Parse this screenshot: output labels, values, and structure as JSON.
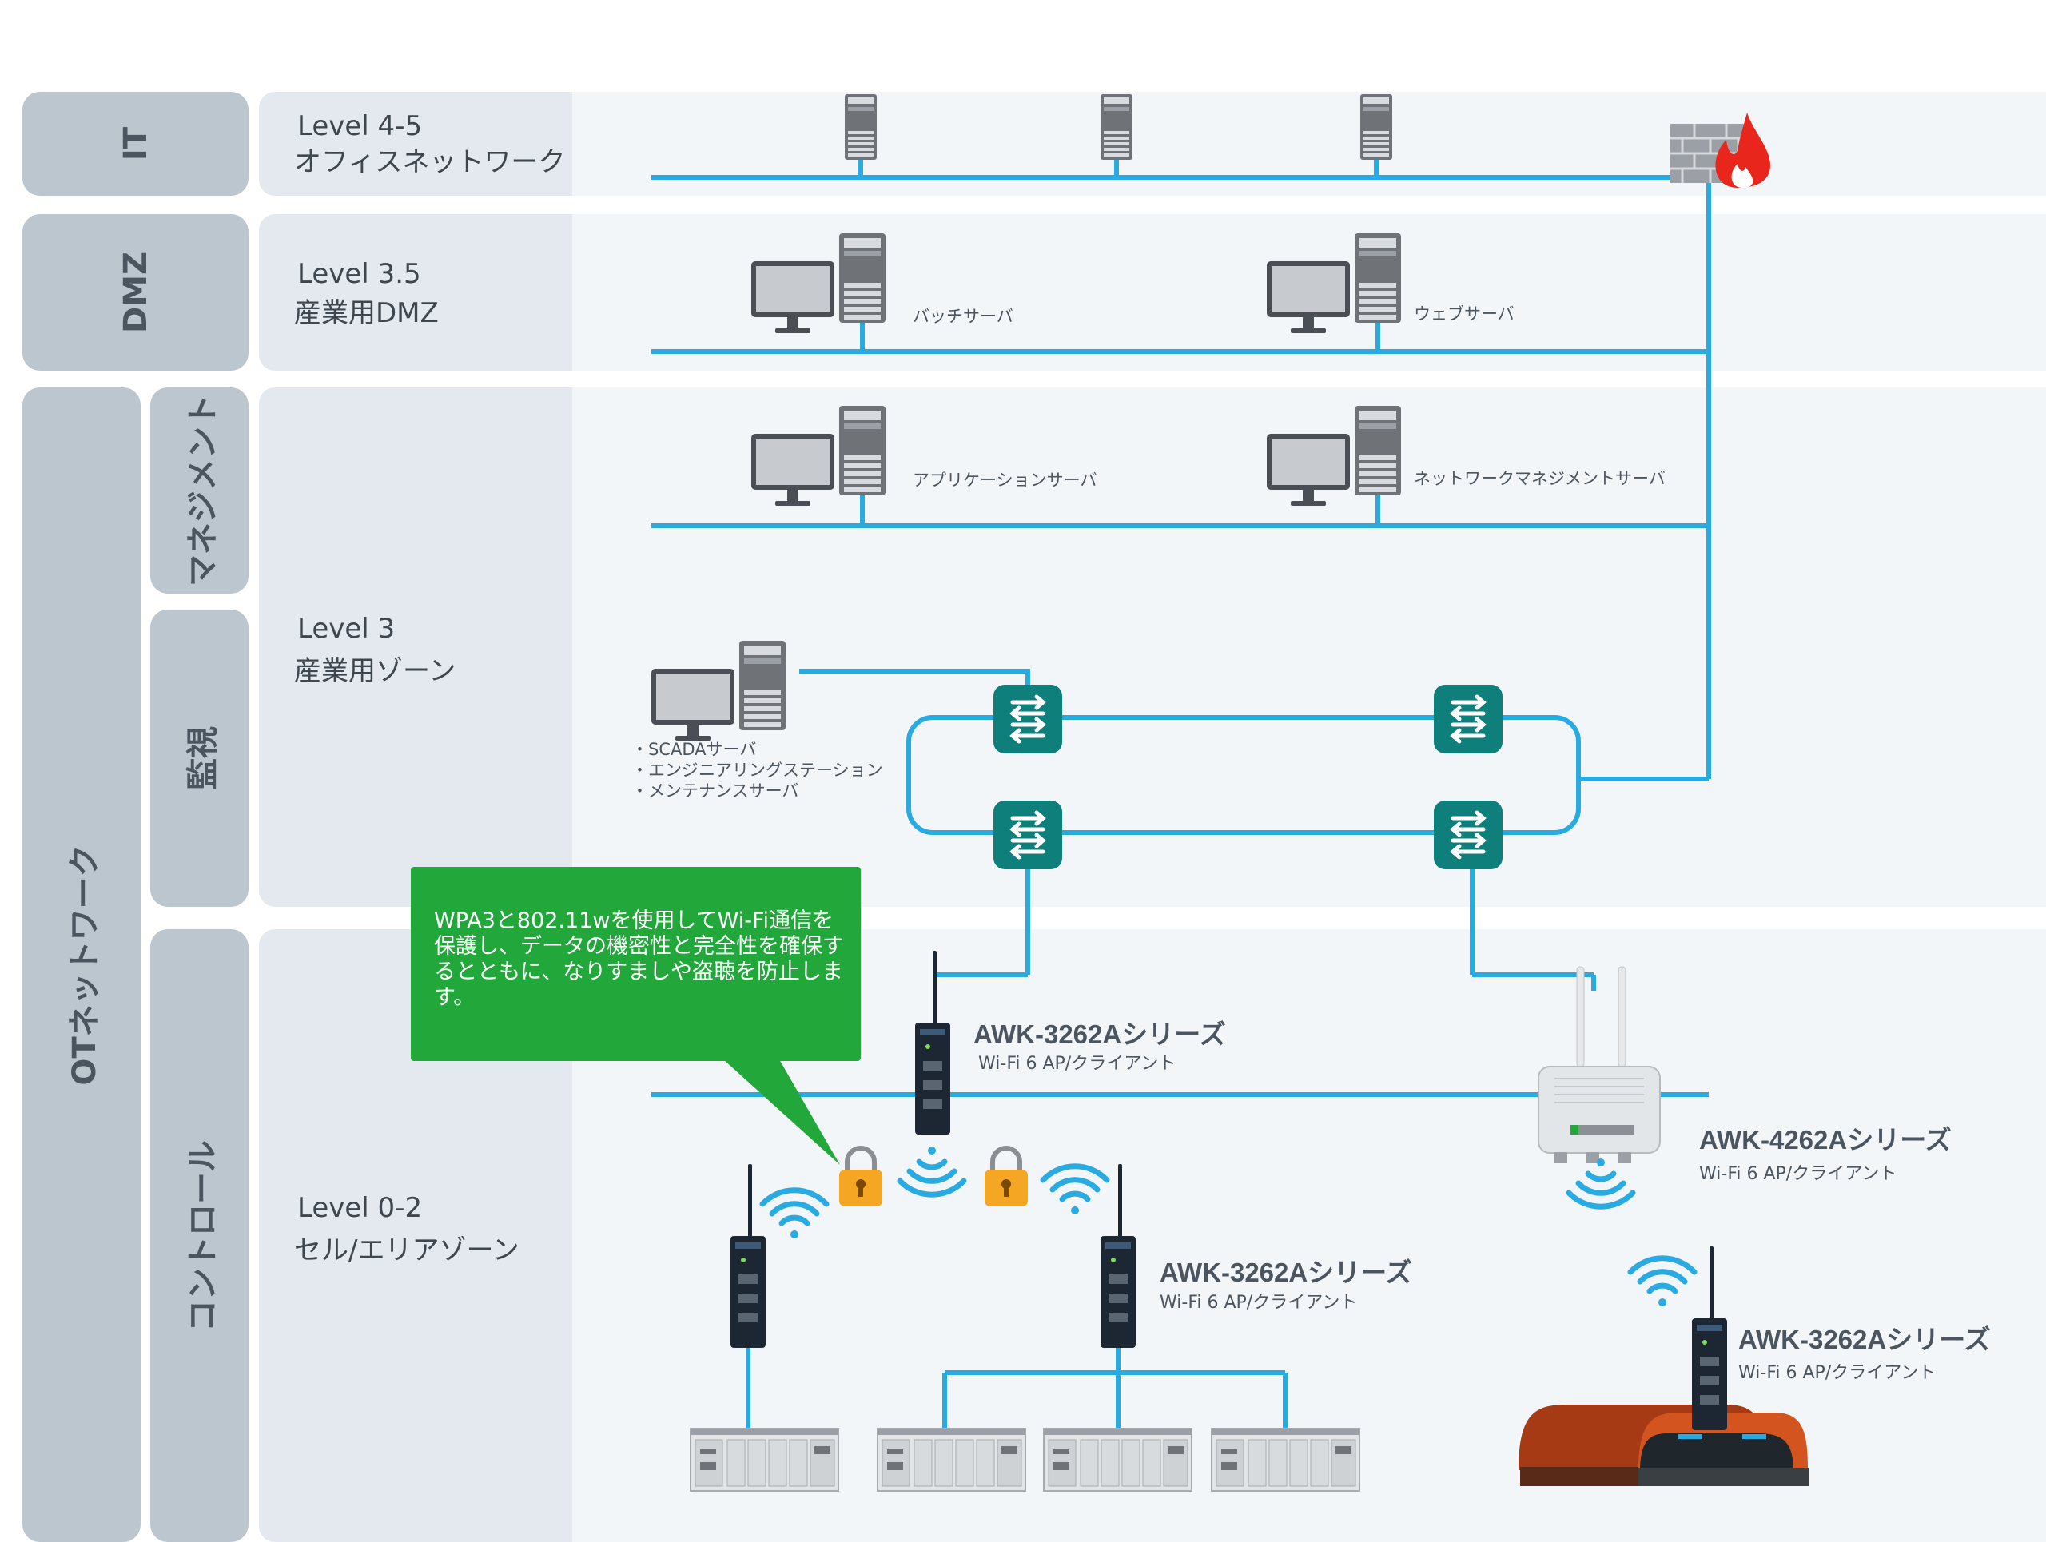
{
  "side": {
    "it": "IT",
    "dmz": "DMZ",
    "ot": "OTネットワーク",
    "management": "マネジメント",
    "monitoring": "監視",
    "control": "コントロール"
  },
  "levels": {
    "l45_title": "Level 4-5",
    "l45_sub": "オフィスネットワーク",
    "l35_title": "Level 3.5",
    "l35_sub": "産業用DMZ",
    "l3_title": "Level 3",
    "l3_sub": "産業用ゾーン",
    "l02_title": "Level 0-2",
    "l02_sub": "セル/エリアゾーン"
  },
  "servers": {
    "batch": "バッチサーバ",
    "web": "ウェブサーバ",
    "application": "アプリケーションサーバ",
    "network_mgmt": "ネットワークマネジメントサーバ"
  },
  "scada_list": [
    "・SCADAサーバ",
    "・エンジニアリングステーション",
    "・メンテナンスサーバ"
  ],
  "callout": "WPA3と802.11wを使用してWi-Fi通信を保護し、データの機密性と完全性を確保するとともに、なりすましや盗聴を防止します。",
  "products": {
    "awk3262_a_name": "AWK-3262Aシリーズ",
    "awk3262_a_sub": "Wi-Fi 6 AP/クライアント",
    "awk4262_name": "AWK-4262Aシリーズ",
    "awk4262_sub": "Wi-Fi 6 AP/クライアント",
    "awk3262_b_name": "AWK-3262Aシリーズ",
    "awk3262_b_sub": "Wi-Fi 6 AP/クライアント",
    "awk3262_c_name": "AWK-3262Aシリーズ",
    "awk3262_c_sub": "Wi-Fi 6 AP/クライアント"
  },
  "colors": {
    "network_line": "#29abe2",
    "switch": "#0e7f7a",
    "callout": "#22a83a",
    "lock": "#f5a623",
    "firewall_flame": "#e8261c",
    "agv_body": "#c84a1c",
    "side_box": "#bcc6cf"
  }
}
